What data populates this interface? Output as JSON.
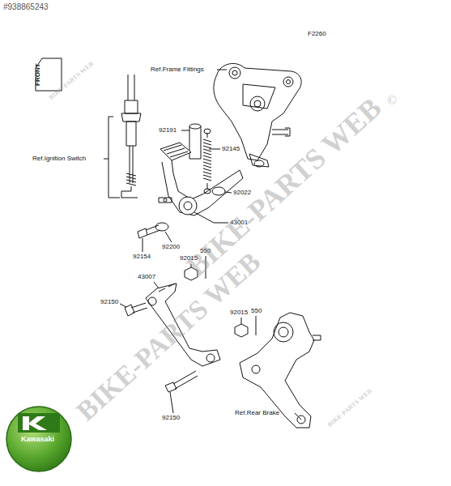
{
  "diagram": {
    "labels": [
      "#938865243",
      "FRONT",
      "BIKE-PARTS WEB",
      "F2260",
      "Ref.Frame Fittings",
      "Ref.Ignition Switch",
      "92191",
      "92145",
      "92022",
      "43001",
      "92200",
      "92154",
      "92015",
      "550",
      "43007",
      "92150",
      "92015",
      "550",
      "BIKE-PARTS WEB",
      "©",
      "BIKE-PARTS WEB",
      "92150",
      "Ref.Rear Brake",
      "BIKE-PARTS WEB",
      "Kawasaki"
    ]
  }
}
